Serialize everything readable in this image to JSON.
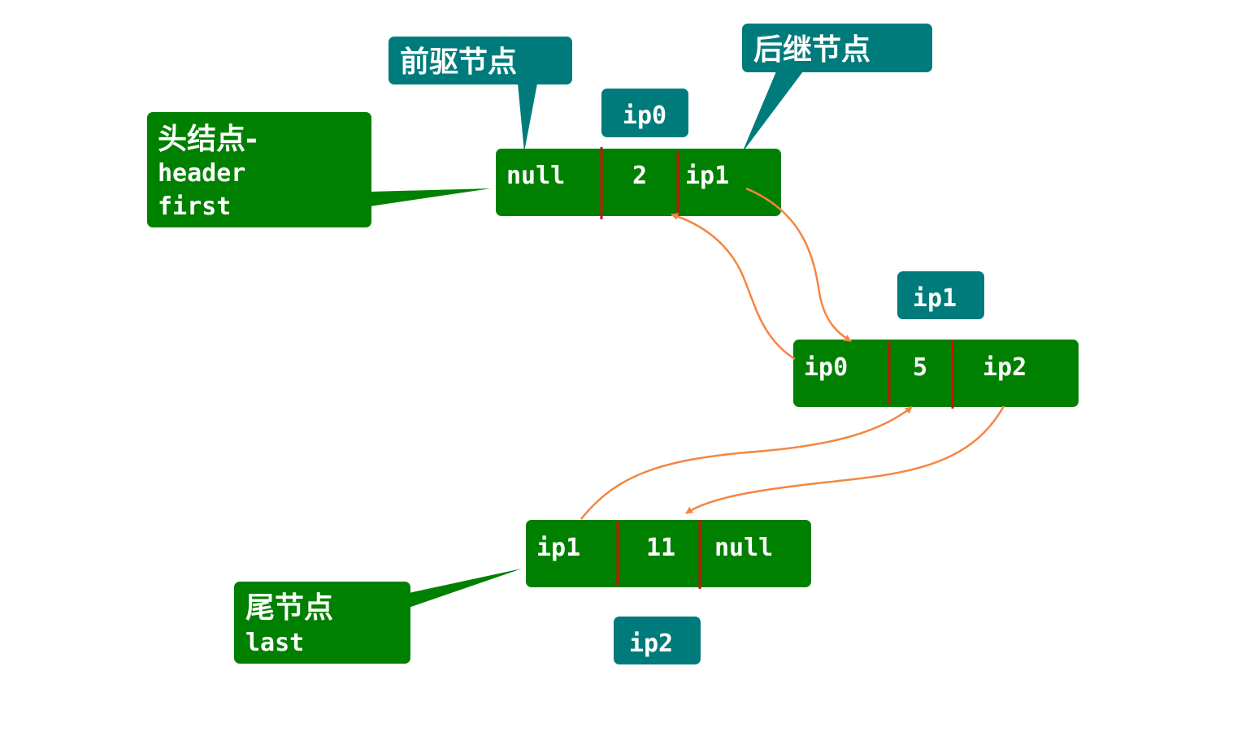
{
  "nodes": [
    {
      "id": "node-0",
      "address": "ip0",
      "prev": "null",
      "value": "2",
      "next": "ip1"
    },
    {
      "id": "node-1",
      "address": "ip1",
      "prev": "ip0",
      "value": "5",
      "next": "ip2"
    },
    {
      "id": "node-2",
      "address": "ip2",
      "prev": "ip1",
      "value": "11",
      "next": "null"
    }
  ],
  "callouts": {
    "predecessor": "前驱节点",
    "successor": "后继节点",
    "head_line1": "头结点-",
    "head_line2": "header",
    "head_line3": "first",
    "tail_line1": "尾节点",
    "tail_line2": "last"
  },
  "colors": {
    "node_fill": "#008000",
    "label_fill": "#007b7b",
    "separator": "#cc1111",
    "link": "#f58540",
    "text": "#ffffff"
  }
}
